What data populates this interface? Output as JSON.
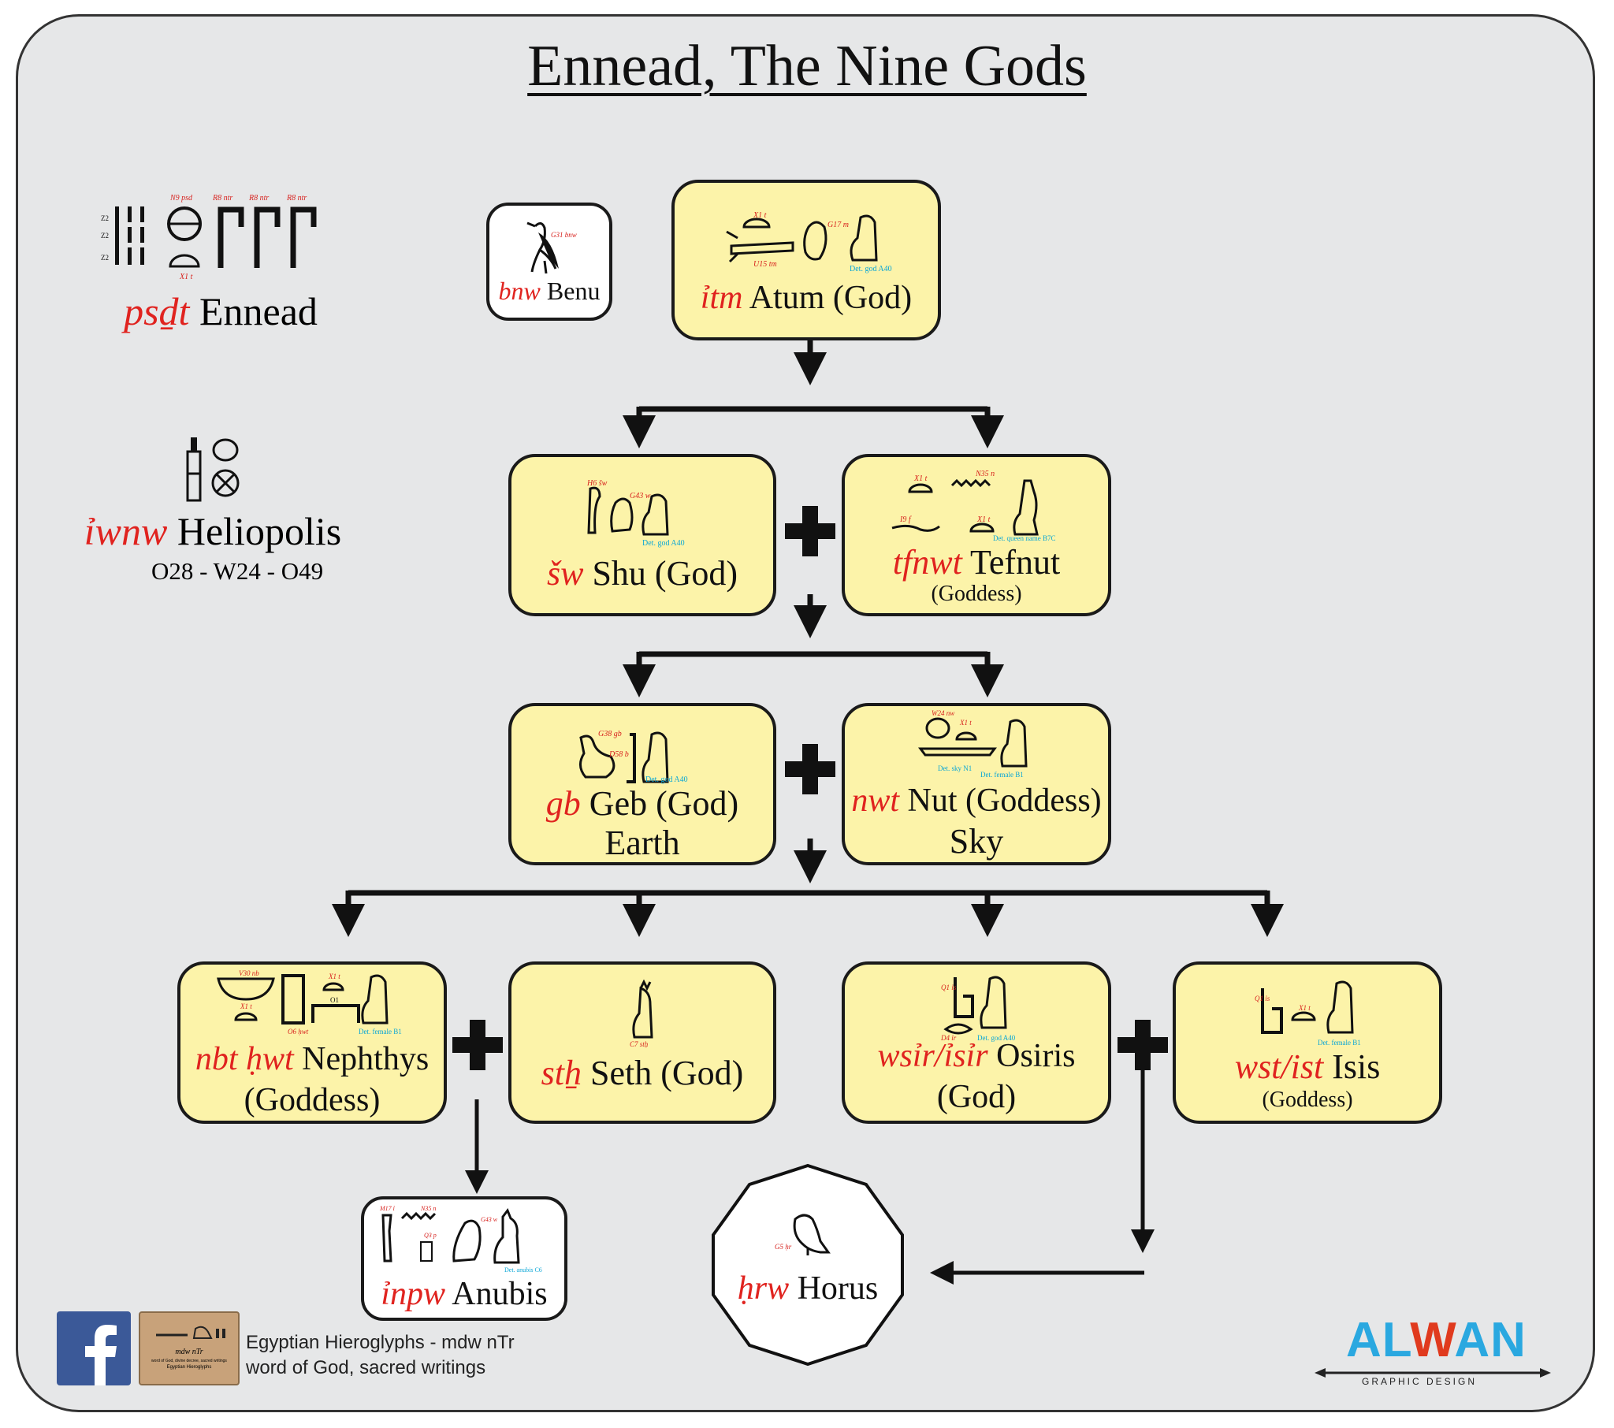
{
  "title": "Ennead, The Nine Gods",
  "psdt": {
    "translit": "psḏt",
    "word": "Ennead",
    "sign_codes": [
      "Z2",
      "Z2",
      "Z2",
      "N9 psd",
      "X1 t",
      "R8 ntr",
      "R8 ntr",
      "R8 ntr"
    ]
  },
  "heliopolis": {
    "translit": "ỉwnw",
    "word": "Heliopolis",
    "codes": "O28 - W24 - O49"
  },
  "benu": {
    "translit": "bnw",
    "word": "Benu",
    "sign": "G31 bnw"
  },
  "atum": {
    "translit": "ỉtm",
    "name": "Atum (God)",
    "signs": [
      "X1 t",
      "G17 m",
      "U15 tm",
      "Det. god A40"
    ]
  },
  "shu": {
    "translit": "šw",
    "name": "Shu (God)",
    "signs": [
      "H6 šw",
      "G43 w",
      "Det. god A40"
    ]
  },
  "tefnut": {
    "translit": "tfnwt",
    "name": "Tefnut",
    "subtitle": "(Goddess)",
    "signs": [
      "X1 t",
      "N35 n",
      "I9 f",
      "X1 t",
      "Det. queen name B7C"
    ]
  },
  "geb": {
    "translit": "gb",
    "name": "Geb (God)",
    "subtitle": "Earth",
    "signs": [
      "G38 gb",
      "D58 b",
      "Det. god A40"
    ]
  },
  "nut": {
    "translit": "nwt",
    "name": "Nut (Goddess)",
    "subtitle": "Sky",
    "signs": [
      "W24 nw",
      "X1 t",
      "Det. sky N1",
      "Det. female B1"
    ]
  },
  "nephthys": {
    "translit": "nbt ḥwt",
    "name": "Nephthys",
    "subtitle": "(Goddess)",
    "signs": [
      "V30 nb",
      "X1 t",
      "X1 t",
      "O6 ḥwt",
      "O1",
      "Det. female B1"
    ]
  },
  "seth": {
    "translit": "stẖ",
    "name": "Seth (God)",
    "signs": [
      "C7 stẖ"
    ]
  },
  "osiris": {
    "translit": "wsỉr/ỉsỉr",
    "name": "Osiris",
    "subtitle": "(God)",
    "signs": [
      "Q1 ỉs",
      "D4 ỉr",
      "Det. god A40"
    ]
  },
  "isis": {
    "translit": "wst/ist",
    "name": "Isis",
    "subtitle": "(Goddess)",
    "signs": [
      "Q1 ỉs",
      "X1 t",
      "Det. female B1"
    ]
  },
  "anubis": {
    "translit": "ỉnpw",
    "name": "Anubis",
    "signs": [
      "M17 ỉ",
      "N35 n",
      "Q3 p",
      "G43 w",
      "Det. anubis C6"
    ]
  },
  "horus": {
    "translit": "ḥrw",
    "name": "Horus",
    "sign": "G5 ḥr"
  },
  "footer": {
    "social_icon": "facebook-icon",
    "page_line1": "Egyptian Hieroglyphs - mdw nTr",
    "page_line2": "word of God, sacred writings",
    "thumb_line1": "mdw nTr",
    "thumb_line2": "word of God, divine decree, sacred writings",
    "thumb_line3": "Egyptian Hieroglyphs"
  },
  "logo": {
    "text_al": "AL",
    "text_w": "W",
    "text_an": "AN",
    "tagline": "GRAPHIC DESIGN"
  },
  "colors": {
    "panel": "#e6e7e8",
    "node_fill": "#fcf3a9",
    "translit_red": "#e0231f",
    "det_blue": "#0aa6d6",
    "logo_blue": "#2aa8e0",
    "logo_red": "#e03a1e",
    "facebook": "#3b5998"
  }
}
